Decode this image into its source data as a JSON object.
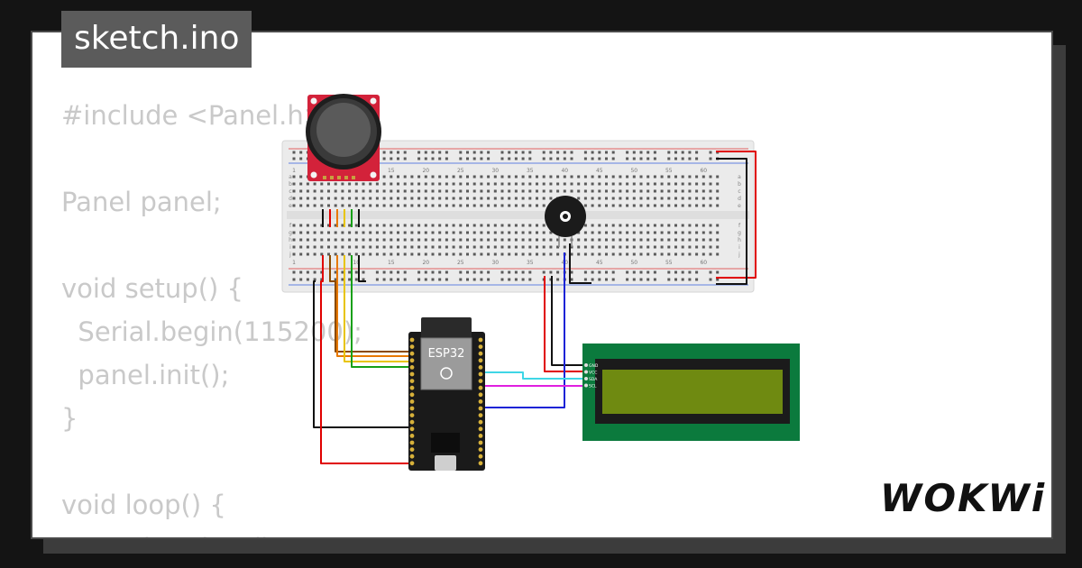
{
  "file_tab": "sketch.ino",
  "code_lines": [
    "#include <Panel.h>",
    "",
    "Panel panel;",
    "",
    "void setup() {",
    "  Serial.begin(115200);",
    "  panel.init();",
    "}",
    "",
    "void loop() {",
    "  panel.update();"
  ],
  "breadboard": {
    "column_numbers": [
      "1",
      "10",
      "15",
      "20",
      "25",
      "30",
      "35",
      "40",
      "45",
      "50",
      "55",
      "60"
    ],
    "row_letters_top": [
      "a",
      "b",
      "c",
      "d",
      "e"
    ],
    "row_letters_bottom": [
      "f",
      "g",
      "h",
      "i",
      "j"
    ]
  },
  "esp32_label": "ESP32",
  "lcd_pins": [
    "GND",
    "VCC",
    "SDA",
    "SCL"
  ],
  "logo_text": "WOKWi",
  "colors": {
    "breadboard": "#ebebeb",
    "joystick_board": "#d3223a",
    "lcd_board": "#0b7a3d",
    "lcd_screen": "#6f8a11",
    "wire_red": "#e00000",
    "wire_black": "#111111",
    "wire_blue": "#1a23d6",
    "wire_cyan": "#3fd6e6",
    "wire_magenta": "#e020e0",
    "wire_yellow": "#e8c400",
    "wire_orange": "#e87800",
    "wire_green": "#15a015",
    "wire_brown": "#8a4a00"
  }
}
